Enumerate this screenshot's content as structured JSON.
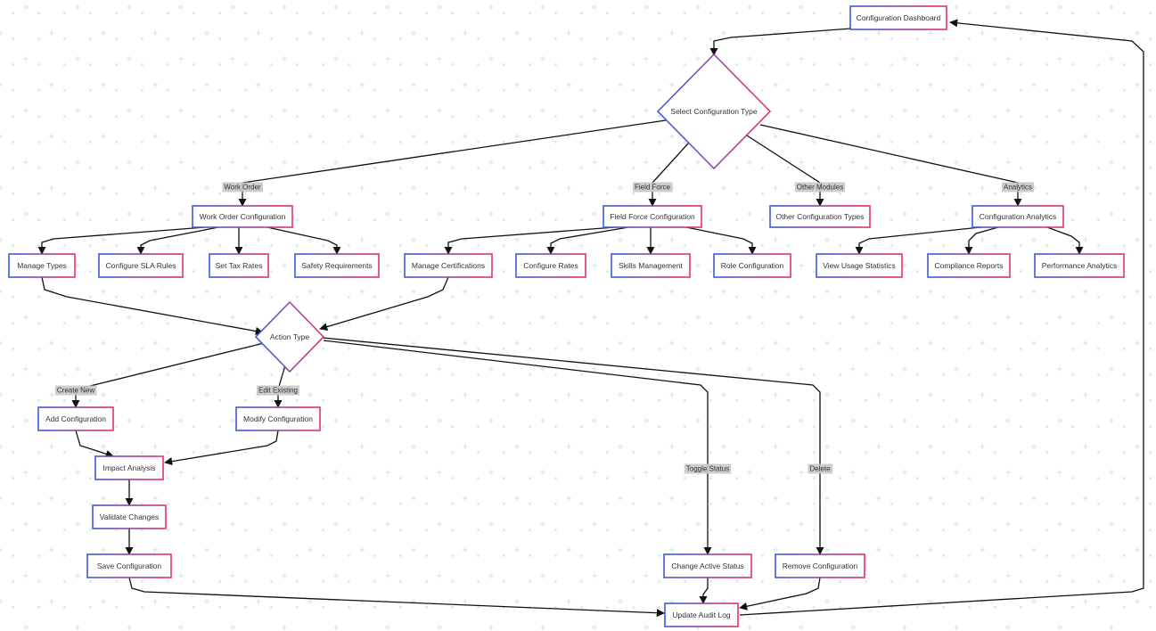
{
  "diagram": {
    "gradient": {
      "start": "#3b5bdb",
      "end": "#e8306e"
    },
    "nodes": [
      {
        "id": "dashboard",
        "label": "Configuration Dashboard",
        "shape": "rect"
      },
      {
        "id": "select_type",
        "label": "Select Configuration Type",
        "shape": "diamond"
      },
      {
        "id": "wo_config",
        "label": "Work Order Configuration",
        "shape": "rect"
      },
      {
        "id": "ff_config",
        "label": "Field Force Configuration",
        "shape": "rect"
      },
      {
        "id": "other_types",
        "label": "Other Configuration Types",
        "shape": "rect"
      },
      {
        "id": "analytics",
        "label": "Configuration Analytics",
        "shape": "rect"
      },
      {
        "id": "manage_types",
        "label": "Manage Types",
        "shape": "rect"
      },
      {
        "id": "sla_rules",
        "label": "Configure SLA Rules",
        "shape": "rect"
      },
      {
        "id": "tax_rates",
        "label": "Set Tax Rates",
        "shape": "rect"
      },
      {
        "id": "safety",
        "label": "Safety Requirements",
        "shape": "rect"
      },
      {
        "id": "certs",
        "label": "Manage Certifications",
        "shape": "rect"
      },
      {
        "id": "rates",
        "label": "Configure Rates",
        "shape": "rect"
      },
      {
        "id": "skills",
        "label": "Skills Management",
        "shape": "rect"
      },
      {
        "id": "role",
        "label": "Role Configuration",
        "shape": "rect"
      },
      {
        "id": "usage",
        "label": "View Usage Statistics",
        "shape": "rect"
      },
      {
        "id": "compliance",
        "label": "Compliance Reports",
        "shape": "rect"
      },
      {
        "id": "performance",
        "label": "Performance Analytics",
        "shape": "rect"
      },
      {
        "id": "action_type",
        "label": "Action Type",
        "shape": "diamond"
      },
      {
        "id": "add_config",
        "label": "Add Configuration",
        "shape": "rect"
      },
      {
        "id": "modify_config",
        "label": "Modify Configuration",
        "shape": "rect"
      },
      {
        "id": "impact",
        "label": "Impact Analysis",
        "shape": "rect"
      },
      {
        "id": "validate",
        "label": "Validate Changes",
        "shape": "rect"
      },
      {
        "id": "save",
        "label": "Save Configuration",
        "shape": "rect"
      },
      {
        "id": "change_status",
        "label": "Change Active Status",
        "shape": "rect"
      },
      {
        "id": "remove",
        "label": "Remove Configuration",
        "shape": "rect"
      },
      {
        "id": "audit",
        "label": "Update Audit Log",
        "shape": "rect"
      }
    ],
    "edges": [
      {
        "from": "dashboard",
        "to": "select_type",
        "label": ""
      },
      {
        "from": "select_type",
        "to": "wo_config",
        "label": "Work Order"
      },
      {
        "from": "select_type",
        "to": "ff_config",
        "label": "Field Force"
      },
      {
        "from": "select_type",
        "to": "other_types",
        "label": "Other Modules"
      },
      {
        "from": "select_type",
        "to": "analytics",
        "label": "Analytics"
      },
      {
        "from": "wo_config",
        "to": "manage_types",
        "label": ""
      },
      {
        "from": "wo_config",
        "to": "sla_rules",
        "label": ""
      },
      {
        "from": "wo_config",
        "to": "tax_rates",
        "label": ""
      },
      {
        "from": "wo_config",
        "to": "safety",
        "label": ""
      },
      {
        "from": "ff_config",
        "to": "certs",
        "label": ""
      },
      {
        "from": "ff_config",
        "to": "rates",
        "label": ""
      },
      {
        "from": "ff_config",
        "to": "skills",
        "label": ""
      },
      {
        "from": "ff_config",
        "to": "role",
        "label": ""
      },
      {
        "from": "analytics",
        "to": "usage",
        "label": ""
      },
      {
        "from": "analytics",
        "to": "compliance",
        "label": ""
      },
      {
        "from": "analytics",
        "to": "performance",
        "label": ""
      },
      {
        "from": "manage_types",
        "to": "action_type",
        "label": ""
      },
      {
        "from": "certs",
        "to": "action_type",
        "label": ""
      },
      {
        "from": "action_type",
        "to": "add_config",
        "label": "Create New"
      },
      {
        "from": "action_type",
        "to": "modify_config",
        "label": "Edit Existing"
      },
      {
        "from": "action_type",
        "to": "change_status",
        "label": "Toggle Status"
      },
      {
        "from": "action_type",
        "to": "remove",
        "label": "Delete"
      },
      {
        "from": "add_config",
        "to": "impact",
        "label": ""
      },
      {
        "from": "modify_config",
        "to": "impact",
        "label": ""
      },
      {
        "from": "impact",
        "to": "validate",
        "label": ""
      },
      {
        "from": "validate",
        "to": "save",
        "label": ""
      },
      {
        "from": "save",
        "to": "audit",
        "label": ""
      },
      {
        "from": "change_status",
        "to": "audit",
        "label": ""
      },
      {
        "from": "remove",
        "to": "audit",
        "label": ""
      },
      {
        "from": "audit",
        "to": "dashboard",
        "label": ""
      }
    ]
  }
}
